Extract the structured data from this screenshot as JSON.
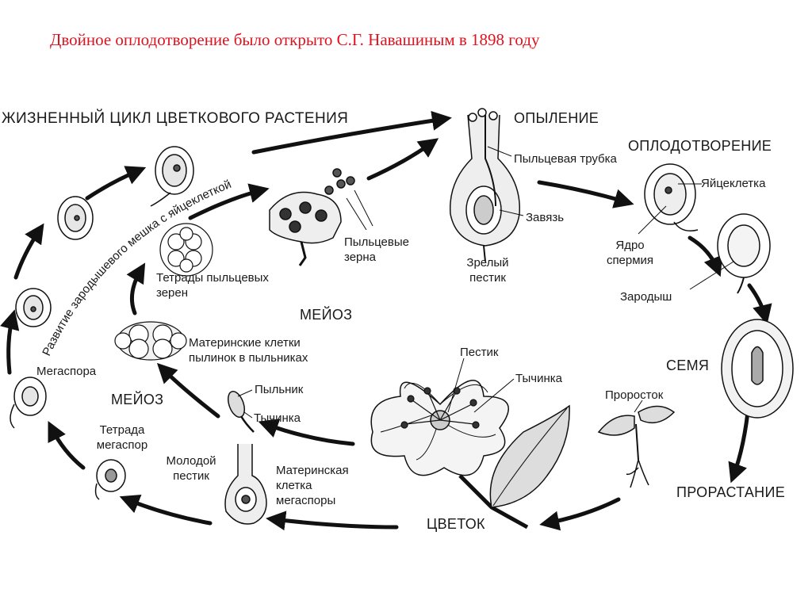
{
  "header": {
    "title": "Двойное оплодотворение было открыто С.Г. Навашиным в 1898 году"
  },
  "diagram": {
    "title": "ЖИЗНЕННЫЙ ЦИКЛ ЦВЕТКОВОГО РАСТЕНИЯ",
    "arc_label": "Развитие зародышевого мешка с яйцеклеткой",
    "stages": {
      "pollination": "ОПЫЛЕНИЕ",
      "fertilization": "ОПЛОДОТВОРЕНИЕ",
      "seed": "СЕМЯ",
      "germination": "ПРОРАСТАНИЕ",
      "flower": "ЦВЕТОК",
      "meiosis_upper": "МЕЙОЗ",
      "meiosis_lower": "МЕЙОЗ"
    },
    "labels": {
      "pollen_tube": "Пыльцевая трубка",
      "ovary": "Завязь",
      "mature_pistil_1": "Зрелый",
      "mature_pistil_2": "пестик",
      "egg_cell": "Яйцеклетка",
      "sperm_nucleus_1": "Ядро",
      "sperm_nucleus_2": "спермия",
      "embryo": "Зародыш",
      "seedling": "Проросток",
      "pollen_grains_1": "Пыльцевые",
      "pollen_grains_2": "зерна",
      "pollen_tetrads_1": "Тетрады пыльцевых",
      "pollen_tetrads_2": "зерен",
      "mother_cells_1": "Материнские клетки",
      "mother_cells_2": "пылинок в пыльниках",
      "megaspore": "Мегаспора",
      "anther": "Пыльник",
      "stamen_left": "Тычинка",
      "pistil_flower": "Пестик",
      "stamen_flower": "Тычинка",
      "megaspore_tetrad_1": "Тетрада",
      "megaspore_tetrad_2": "мегаспор",
      "young_pistil_1": "Молодой",
      "young_pistil_2": "пестик",
      "megaspore_mother_1": "Материнская",
      "megaspore_mother_2": "клетка",
      "megaspore_mother_3": "мегаспоры"
    }
  }
}
